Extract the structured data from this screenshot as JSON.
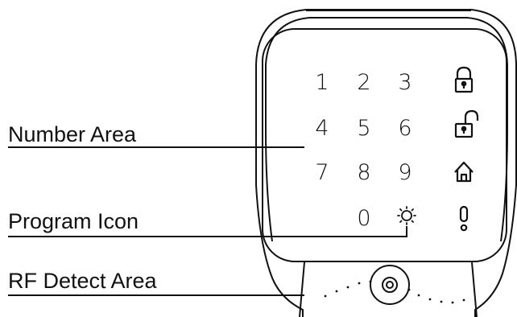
{
  "callouts": {
    "number_area": "Number Area",
    "program_icon": "Program Icon",
    "rf_detect_area": "RF Detect Area"
  },
  "keypad": {
    "row1": [
      "1",
      "2",
      "3"
    ],
    "row2": [
      "4",
      "5",
      "6"
    ],
    "row3": [
      "7",
      "8",
      "9"
    ],
    "row4": [
      "0"
    ]
  },
  "icons": {
    "right_column": [
      "lock-closed-icon",
      "lock-open-icon",
      "home-icon",
      "exclamation-icon"
    ],
    "program": "sun-gear-icon",
    "sensor": "rf-sensor-icon"
  },
  "colors": {
    "line": "#111111",
    "background": "#ffffff"
  }
}
